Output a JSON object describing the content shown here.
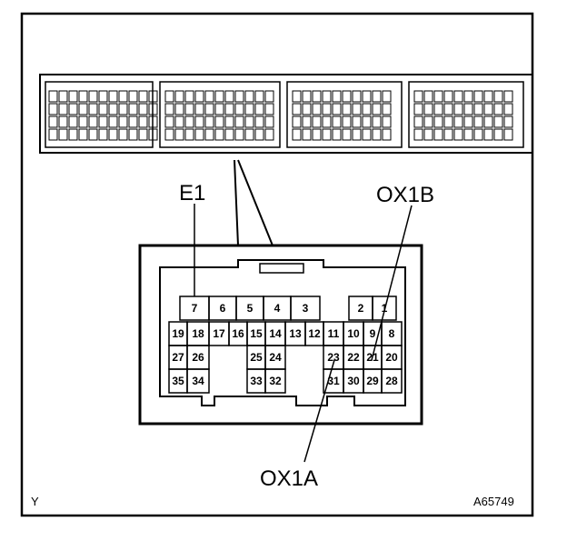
{
  "labels": {
    "e1": "E1",
    "ox1b": "OX1B",
    "ox1a": "OX1A",
    "corner_left": "Y",
    "figure_code": "A65749"
  },
  "pins": [
    "7",
    "6",
    "5",
    "4",
    "3",
    "2",
    "1",
    "19",
    "18",
    "17",
    "16",
    "15",
    "14",
    "13",
    "12",
    "11",
    "10",
    "9",
    "8",
    "27",
    "26",
    "25",
    "24",
    "23",
    "22",
    "21",
    "20",
    "35",
    "34",
    "33",
    "32",
    "31",
    "30",
    "29",
    "28"
  ],
  "callouts": [
    {
      "label": "E1",
      "pin": "7"
    },
    {
      "label": "OX1B",
      "pin": "21"
    },
    {
      "label": "OX1A",
      "pin": "23"
    }
  ]
}
